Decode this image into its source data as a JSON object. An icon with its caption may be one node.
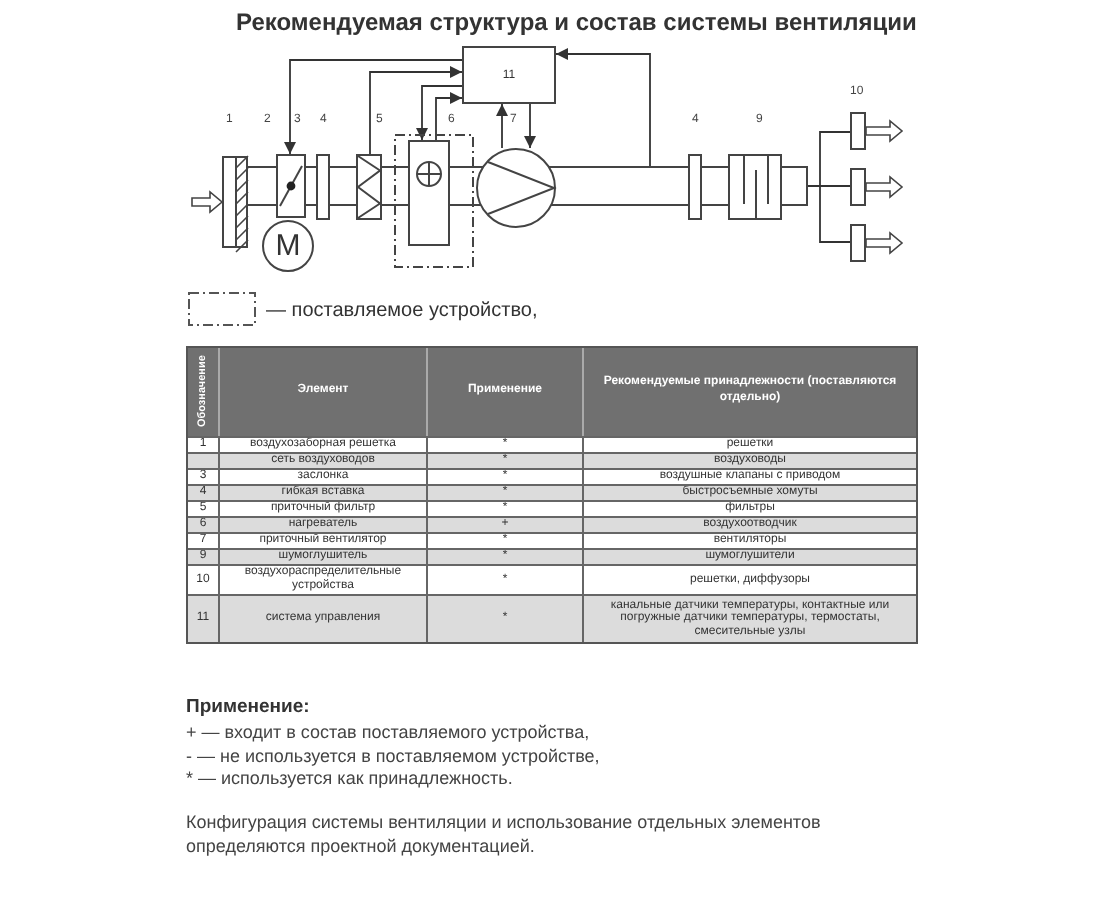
{
  "diagram": {
    "title": "Рекомендуемая структура и состав системы вентиляции",
    "nodes": [
      {
        "text": [
          "11"
        ]
      },
      {
        "text": [],
        "shape": "box"
      },
      {
        "text": [],
        "shape": "box"
      },
      {
        "text": [
          "M"
        ]
      },
      {
        "text": [],
        "shape": "box"
      },
      {
        "text": [],
        "shape": "box"
      },
      {
        "text": [],
        "shape": "box"
      },
      {
        "text": [],
        "shape": "box",
        "in": 6
      },
      {
        "text": [],
        "shape": "circle"
      },
      {
        "text": [],
        "shape": "box"
      },
      {
        "text": [],
        "shape": "box"
      },
      {
        "text": [],
        "shape": "box"
      },
      {
        "text": [],
        "shape": "box"
      },
      {
        "text": [],
        "shape": "box"
      },
      {
        "text": [],
        "shape": "bar"
      }
    ],
    "edges": [
      {
        "from": 0,
        "to": 2,
        "arrow": "to"
      },
      {
        "from": 5,
        "to": 0,
        "arrow": "to"
      },
      {
        "from": 0,
        "to": 7,
        "arrow": "to"
      },
      {
        "from": 7,
        "to": 0,
        "arrow": "to"
      },
      {
        "from": 8,
        "to": 0,
        "arrow": "to"
      },
      {
        "from": 0,
        "to": 8,
        "arrow": "to"
      },
      {
        "from": 14,
        "to": 0,
        "arrow": "to"
      },
      {
        "from": null,
        "to": 1,
        "arrow": "to"
      },
      {
        "from": 14,
        "to": 11,
        "arrow": "none"
      },
      {
        "from": 14,
        "to": 12,
        "arrow": "none"
      },
      {
        "from": 14,
        "to": 13,
        "arrow": "none"
      },
      {
        "from": 11,
        "to": null,
        "arrow": "to"
      },
      {
        "from": 12,
        "to": null,
        "arrow": "to"
      },
      {
        "from": 13,
        "to": null,
        "arrow": "to"
      }
    ],
    "labels": [
      "1",
      "2",
      "3",
      "4",
      "5",
      "6",
      "7",
      "4",
      "9",
      "10",
      "Обозначение",
      "Элемент",
      "Применение",
      "Рекомендуемые принадлежности (поставляются отдельно)",
      "1",
      "воздухозаборная решетка",
      "*",
      "решетки",
      "сеть воздуховодов",
      "*",
      "воздуховоды",
      "3",
      "заслонка",
      "*",
      "воздушные клапаны с приводом",
      "4",
      "гибкая вставка",
      "*",
      "быстросъемные хомуты",
      "5",
      "приточный фильтр",
      "*",
      "фильтры",
      "6",
      "нагреватель",
      "+",
      "воздухоотводчик",
      "7",
      "приточный вентилятор",
      "*",
      "вентиляторы",
      "9",
      "шумоглушитель",
      "*",
      "шумоглушители",
      "10",
      "воздухораспределительные устройства",
      "*",
      "решетки, диффузоры",
      "11",
      "система управления",
      "*",
      "канальные датчики температуры, контактные или погружные датчики температуры, термостаты, смесительные узлы",
      "Применение:",
      "+ — входит в состав поставляемого устройства,",
      "- — не используется в поставляемом устройстве,",
      "* — используется как принадлежность.",
      "Конфигурация системы вентиляции и использование отдельных элементов определяются проектной документацией."
    ],
    "legend": [
      {
        "text": "— поставляемое устройство,"
      }
    ]
  }
}
